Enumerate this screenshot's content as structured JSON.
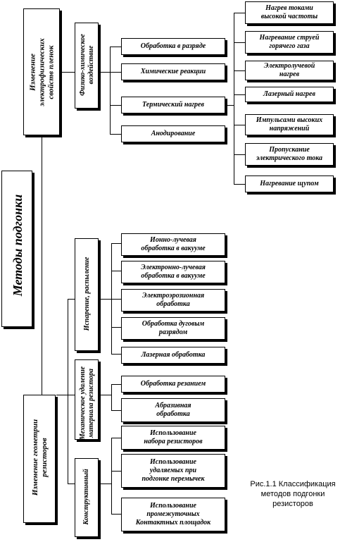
{
  "root": "Методы подгонки",
  "group1": {
    "label": "Изменение\nэлектрофизических\nсвойств пленок",
    "sub": {
      "label": "Физико-химическое\nвоздействие",
      "items": [
        "Обработка в разряде",
        "Химические реакции",
        "Термический нагрев",
        "Анодирование"
      ],
      "thermal": [
        "Нагрев токами\nвысокой частоты",
        "Нагревание струей\nгорячего газа",
        "Электролучевой\nнагрев",
        "Лазерный нагрев",
        "Импульсами высоких\nнапряжений",
        "Пропускание\nэлектрического тока",
        "Нагревание щупом"
      ]
    }
  },
  "group2": {
    "label": "Изменение геометрии\nрезисторов",
    "subs": [
      {
        "label": "Испарение, распыление",
        "items": [
          "Ионно-лучевая\nобработка в вакууме",
          "Электронно-лучевая\nобработка в вакууме",
          "Электроэрозионная\nобработка",
          "Обработка дуговым\nразрядом",
          "Лазерная обработка"
        ]
      },
      {
        "label": "Механическое удаление\nматериала резистора",
        "items": [
          "Обработка резанием",
          "Абразивная\nобработка"
        ]
      },
      {
        "label": "Конструктивный",
        "items": [
          "Использование\nнабора резисторов",
          "Использование\nудаляемых при\nподгонке перемычек",
          "Использование\nпромежуточных\nКонтактных площадок"
        ]
      }
    ]
  },
  "caption": "Рис.1.1 Классификация\nметодов подгонки\nрезисторов"
}
